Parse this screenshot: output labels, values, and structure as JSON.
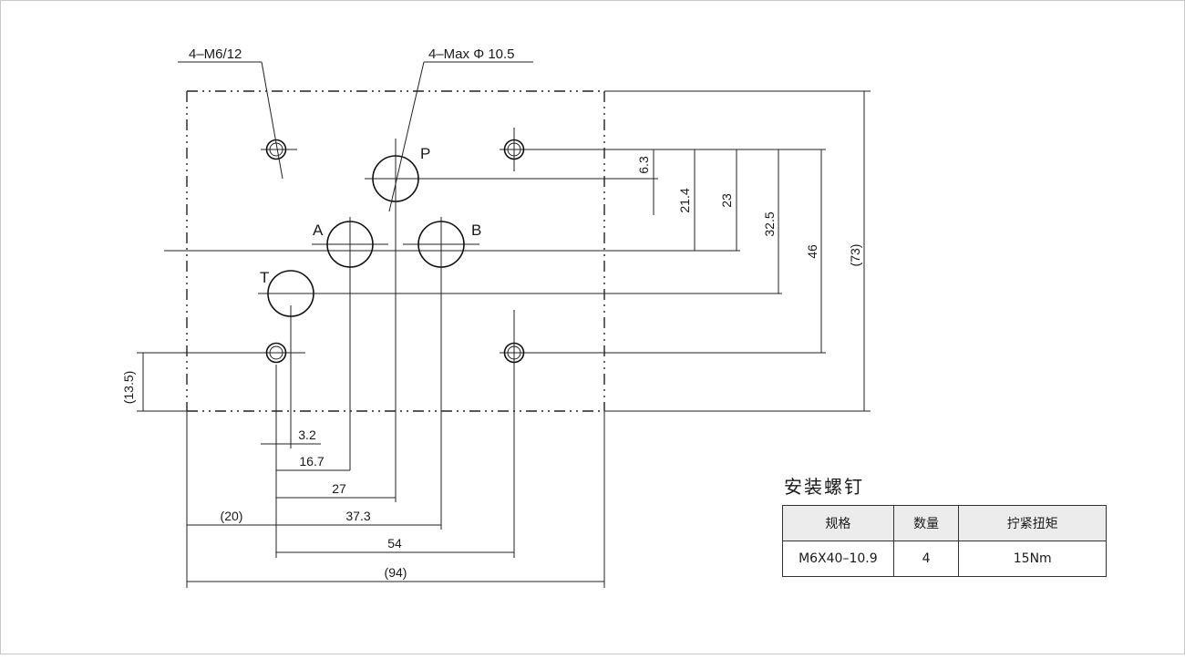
{
  "callouts": {
    "thread_holes": "4–M6/12",
    "max_diameter": "4–Max Φ 10.5"
  },
  "ports": {
    "p": "P",
    "a": "A",
    "b": "B",
    "t": "T"
  },
  "dims_vertical": {
    "d_6_3": "6.3",
    "d_21_4": "21.4",
    "d_23": "23",
    "d_32_5": "32.5",
    "d_46": "46",
    "d_73": "(73)",
    "d_13_5": "(13.5)"
  },
  "dims_horizontal": {
    "d_3_2": "3.2",
    "d_16_7": "16.7",
    "d_27": "27",
    "d_20": "(20)",
    "d_37_3": "37.3",
    "d_54": "54",
    "d_94": "(94)"
  },
  "screw_table": {
    "title": "安装螺钉",
    "headers": [
      "规格",
      "数量",
      "拧紧扭矩"
    ],
    "row": [
      "M6X40–10.9",
      "4",
      "15Nm"
    ]
  }
}
